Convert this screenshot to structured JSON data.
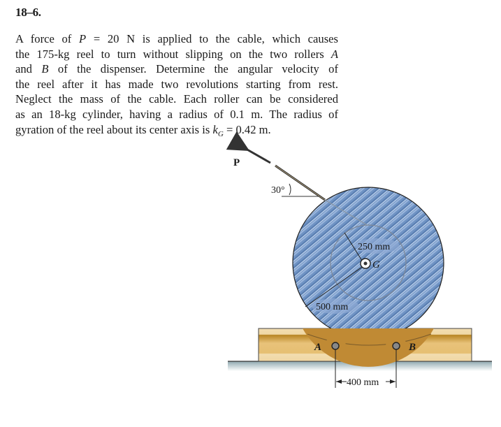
{
  "problem": {
    "number": "18–6.",
    "lines": [
      [
        "A force of ",
        {
          "it": "P"
        },
        " = 20 N is applied to the cable, which causes"
      ],
      [
        "the 175-kg reel to turn without slipping on the two rollers ",
        {
          "it": "A"
        }
      ],
      [
        "and ",
        {
          "it": "B"
        },
        " of the dispenser. Determine the angular velocity of"
      ],
      [
        "the reel after it has made two revolutions starting from rest."
      ],
      [
        "Neglect the mass of the cable. Each roller can be considered"
      ],
      [
        "as an 18-kg cylinder, having a radius of 0.1 m. The radius of"
      ],
      [
        "gyration of the reel about its center axis is ",
        {
          "it": "k",
          "sub": "G"
        },
        " = 0.42 m."
      ]
    ]
  },
  "figure": {
    "force_label": "P",
    "angle_label": "30°",
    "inner_radius_label": "250 mm",
    "outer_radius_label": "500 mm",
    "center_label": "G",
    "roller_a_label": "A",
    "roller_b_label": "B",
    "roller_spacing_label": "400 mm",
    "colors": {
      "reel": "#6f93c4",
      "reel_dark": "#4f73a6",
      "base_light": "#ecd29a",
      "base_dark": "#c2902a",
      "roller": "#c08a34",
      "ground": "#a9c0c6"
    }
  }
}
